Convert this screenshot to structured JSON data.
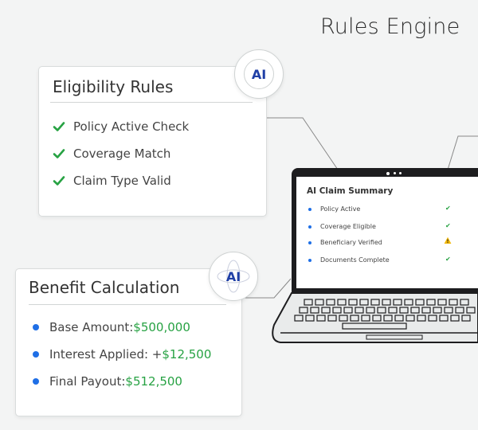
{
  "page_title": "Rules Engine",
  "eligibility": {
    "title": "Eligibility Rules",
    "rules": [
      "Policy Active Check",
      "Coverage Match",
      "Claim Type Valid"
    ]
  },
  "benefit": {
    "title": "Benefit Calculation",
    "items": [
      {
        "label": "Base Amount: ",
        "value": "$500,000"
      },
      {
        "label": "Interest Applied: +",
        "value": "$12,500"
      },
      {
        "label": "Final Payout: ",
        "value": "$512,500"
      }
    ]
  },
  "badges": {
    "ai_label": "AI"
  },
  "laptop": {
    "summary_title": "AI Claim Summary",
    "items": [
      {
        "label": "Policy Active",
        "status": "check"
      },
      {
        "label": "Coverage Eligible",
        "status": "check"
      },
      {
        "label": "Beneficiary Verified",
        "status": "warning"
      },
      {
        "label": "Documents Complete",
        "status": "check"
      }
    ]
  },
  "colors": {
    "accent_green": "#27a243",
    "accent_blue": "#1f6fe6",
    "ai_text": "#1f3fa6",
    "warning": "#f2b705"
  }
}
